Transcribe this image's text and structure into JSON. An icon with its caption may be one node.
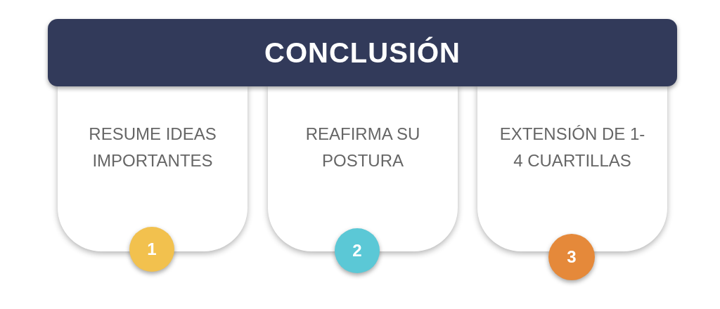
{
  "diagram": {
    "nodes": [
      {
        "text": [
          "CONCLUSIÓN"
        ]
      },
      {
        "text": [
          "RESUME IDEAS IMPORTANTES"
        ]
      },
      {
        "text": [
          "REAFIRMA SU POSTURA"
        ]
      },
      {
        "text": [
          "EXTENSIÓN DE 1-4 CUARTILLAS"
        ]
      },
      {
        "text": [
          "1"
        ]
      },
      {
        "text": [
          "2"
        ]
      },
      {
        "text": [
          "3"
        ]
      }
    ]
  }
}
